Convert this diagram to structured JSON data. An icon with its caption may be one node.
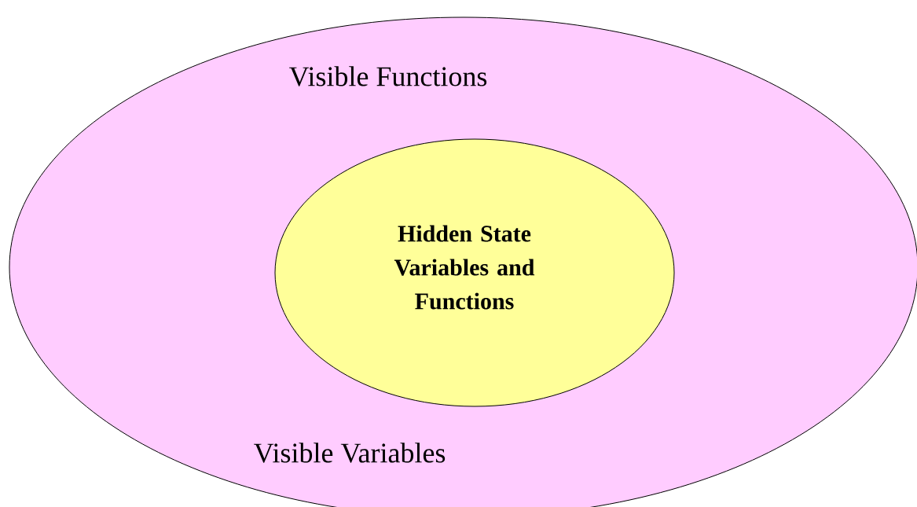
{
  "diagram": {
    "nodes": [
      {
        "text": [
          "Visible Functions",
          "Visible Variables"
        ]
      },
      {
        "text": [
          "Hidden State Variables and Functions"
        ],
        "in": 0
      }
    ]
  }
}
